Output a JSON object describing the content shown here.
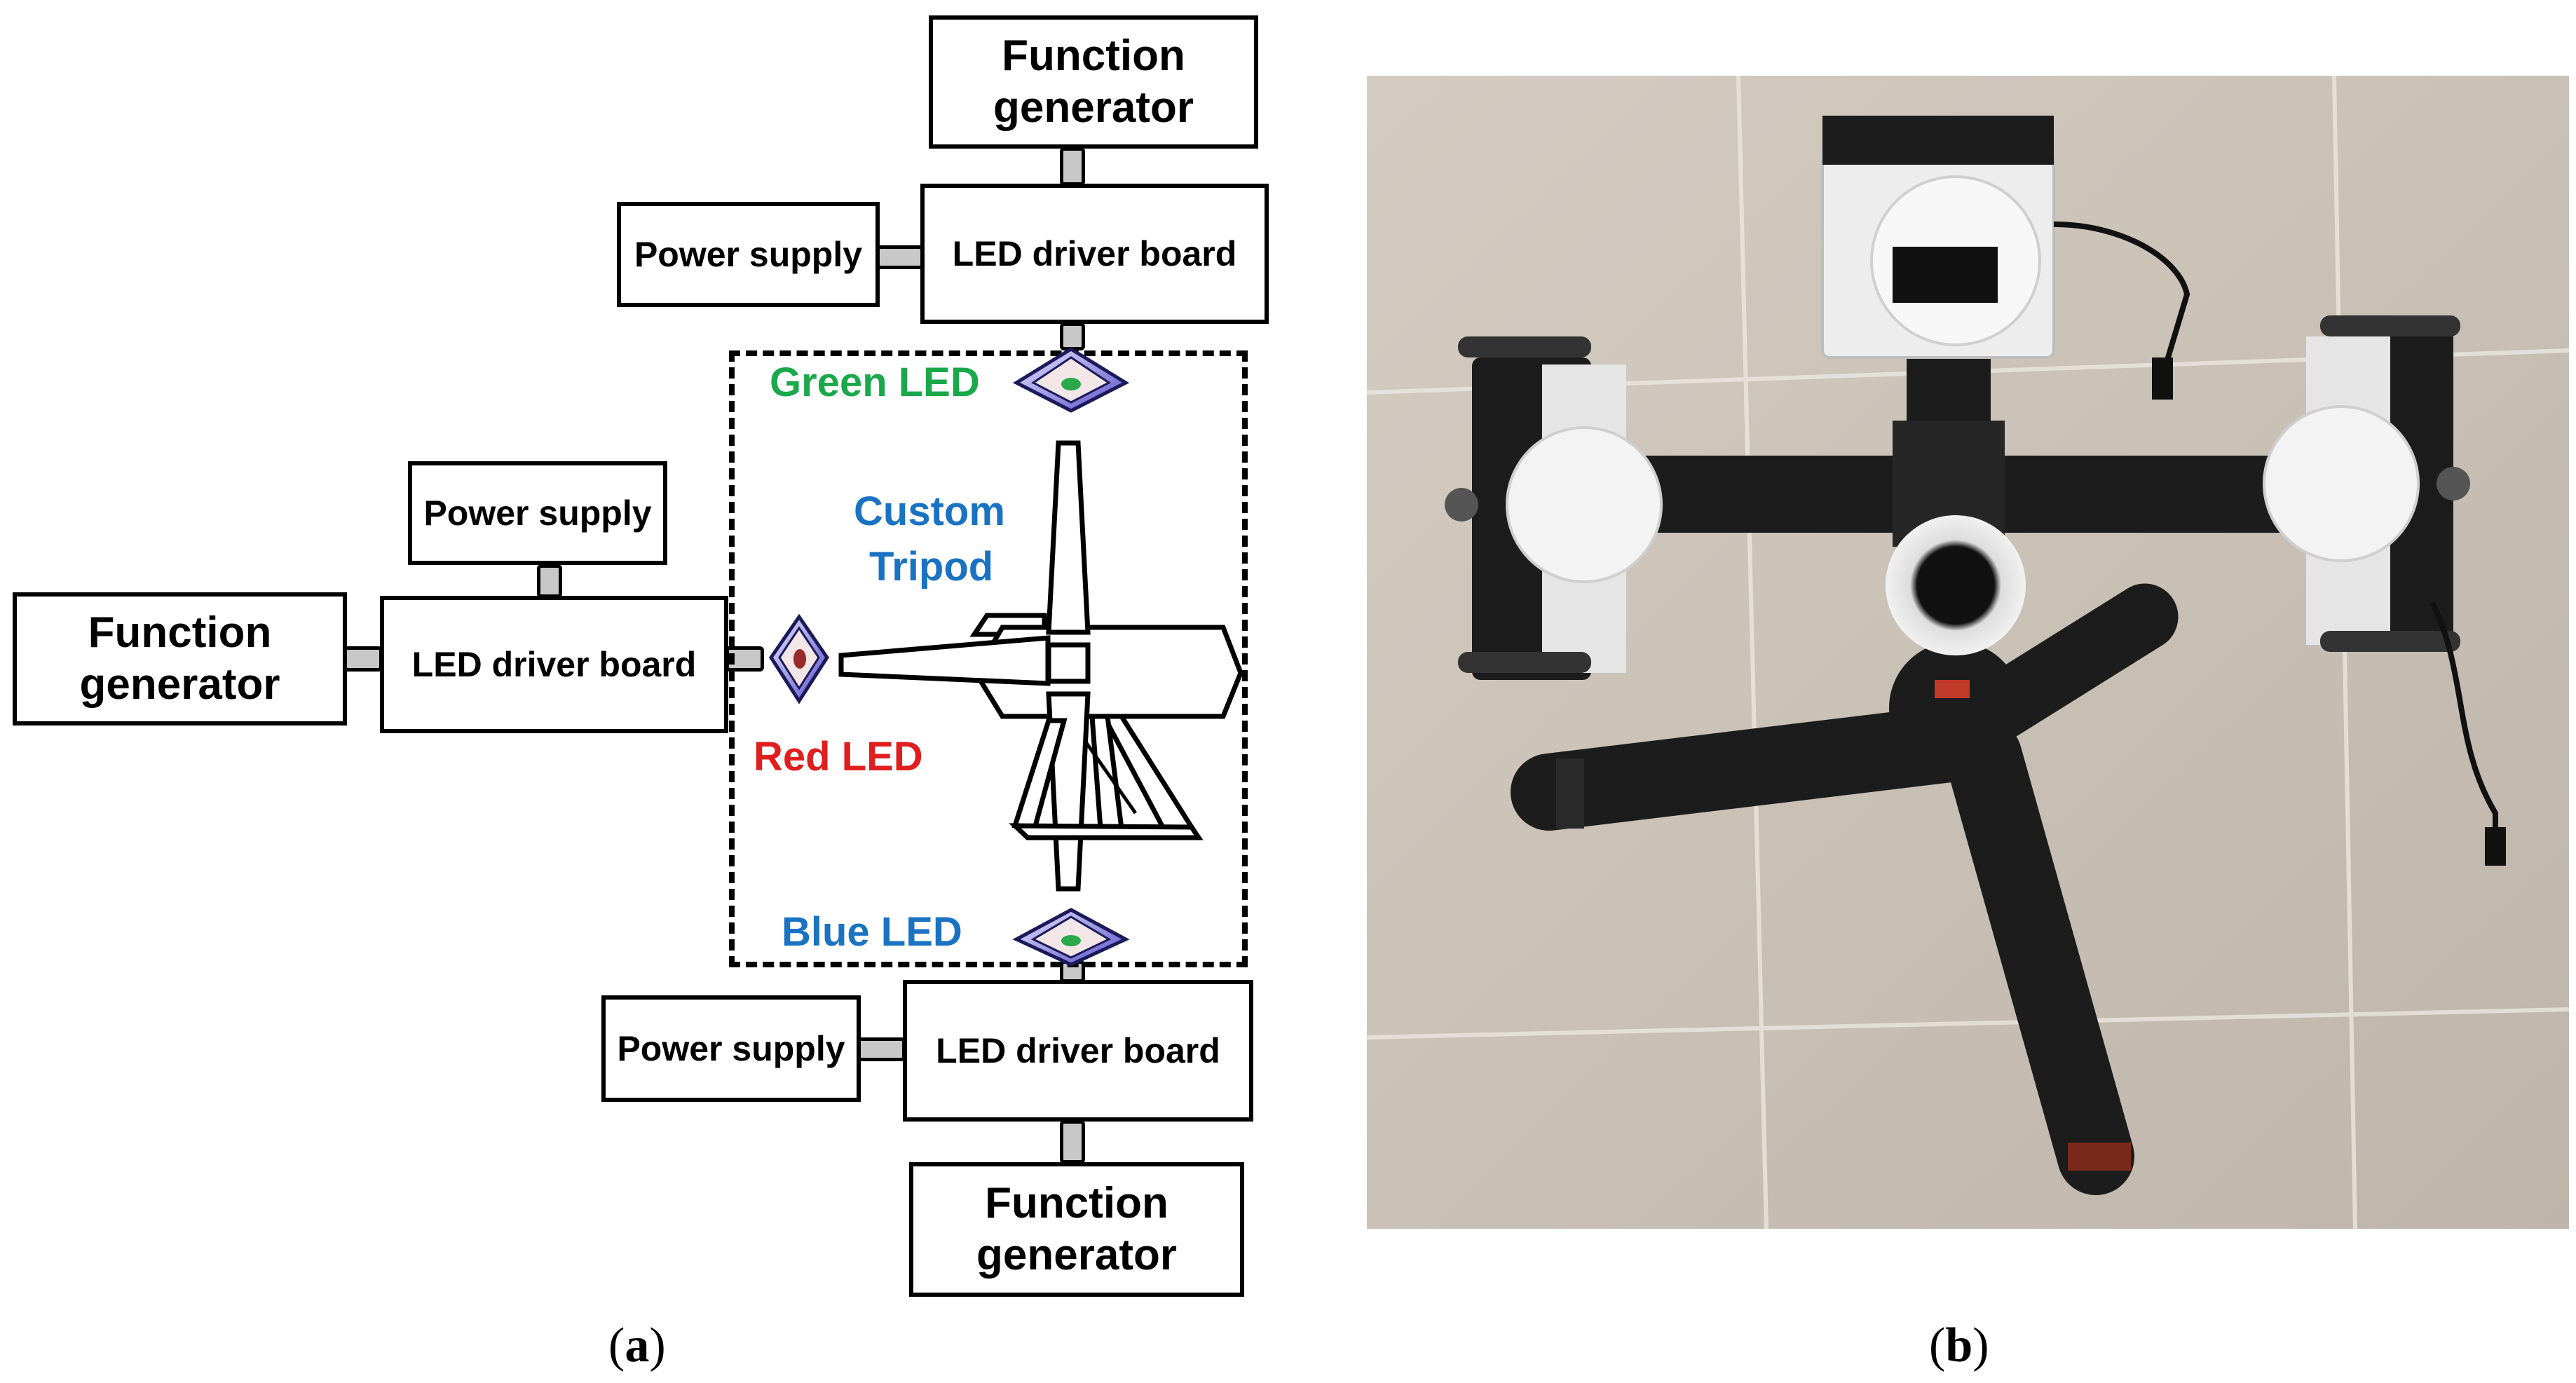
{
  "diagram": {
    "function_generator_label": "Function\ngenerator",
    "power_supply_label": "Power supply",
    "led_driver_label": "LED driver board",
    "green_led_label": "Green LED",
    "red_led_label": "Red LED",
    "blue_led_label": "Blue LED",
    "tripod_label_line1": "Custom",
    "tripod_label_line2": "Tripod",
    "caption": "a"
  },
  "photo": {
    "caption": "b"
  },
  "colors": {
    "green_led": "#1aa84a",
    "red_led": "#e01e1e",
    "blue_led": "#1a73c2",
    "floor": "#c9c0b6",
    "device_black": "#1c1c1c"
  }
}
